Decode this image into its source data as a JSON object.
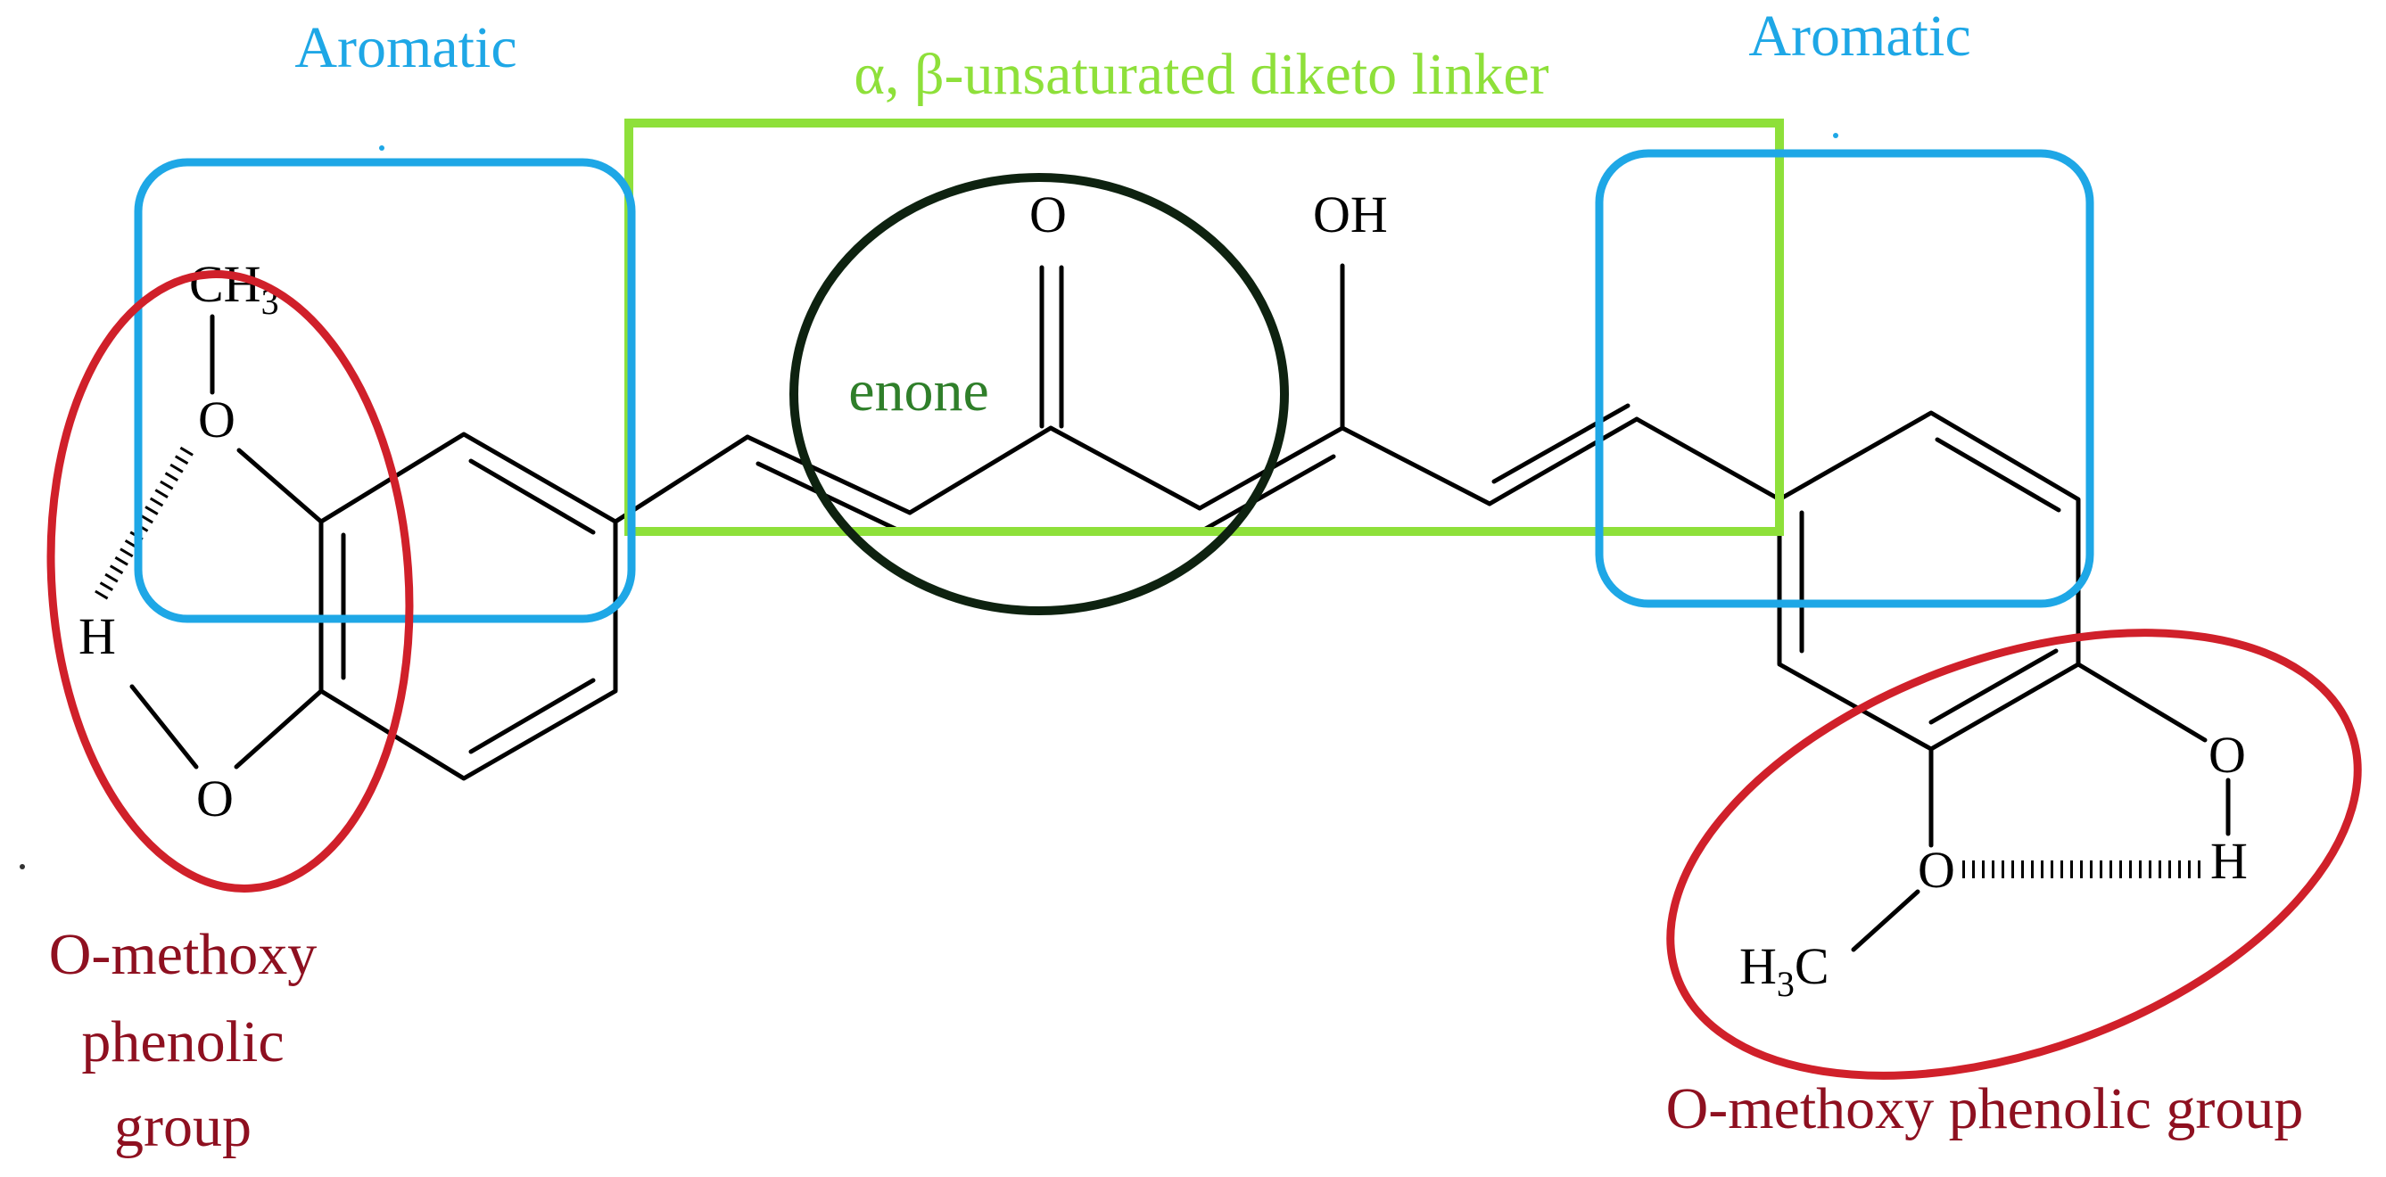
{
  "colors": {
    "aromatic": "#1ea7e6",
    "linker": "#8ee03a",
    "enone": "#0e2210",
    "enone_label": "#2f7f2a",
    "methoxy": "#d0202a",
    "methoxy_label": "#8e1020",
    "bond": "#000000"
  },
  "labels": {
    "aromatic_left": "Aromatic",
    "aromatic_right": "Aromatic",
    "linker": "α, β-unsaturated diketo linker",
    "enone": "enone",
    "methoxy_left_lines": [
      "O-methoxy",
      "phenolic",
      "group"
    ],
    "methoxy_right": "O-methoxy phenolic group"
  },
  "atoms": {
    "ch3_left": {
      "main": "CH",
      "sub": "3"
    },
    "o_left_top": "O",
    "h_left": "H",
    "o_left_bottom": "O",
    "o_carbonyl": "O",
    "oh_enol": "OH",
    "o_right": "O",
    "h_right": "H",
    "h3c_right": {
      "pre": "H",
      "sub": "3",
      "post": "C"
    }
  }
}
